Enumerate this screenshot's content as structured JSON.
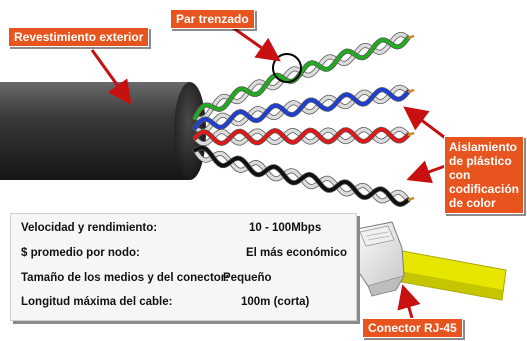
{
  "labels": {
    "outer_jacket": "Revestimiento exterior",
    "twisted_pair": "Par trenzado",
    "insulation_lines": [
      "Aislamiento",
      "de plástico",
      "con",
      "codificación",
      "de color"
    ],
    "connector": "Conector RJ-45"
  },
  "specs": [
    {
      "label": "Velocidad y rendimiento:",
      "value": "10 - 100Mbps"
    },
    {
      "label": "$ promedio por nodo:",
      "value": "El más económico"
    },
    {
      "label": "Tamaño de los medios y del conector:",
      "value": "Pequeño"
    },
    {
      "label": "Longitud máxima del cable:",
      "value": "100m (corta)"
    }
  ],
  "colors": {
    "callout": "#e8541e",
    "arrow": "#c81010",
    "jacket": "#2a2a2a",
    "wire_green": "#22aa22",
    "wire_blue": "#1f3fd0",
    "wire_red": "#e01818",
    "wire_black": "#101010",
    "wire_white": "#dcdcdc",
    "wire_yellow": "#e6e600"
  }
}
